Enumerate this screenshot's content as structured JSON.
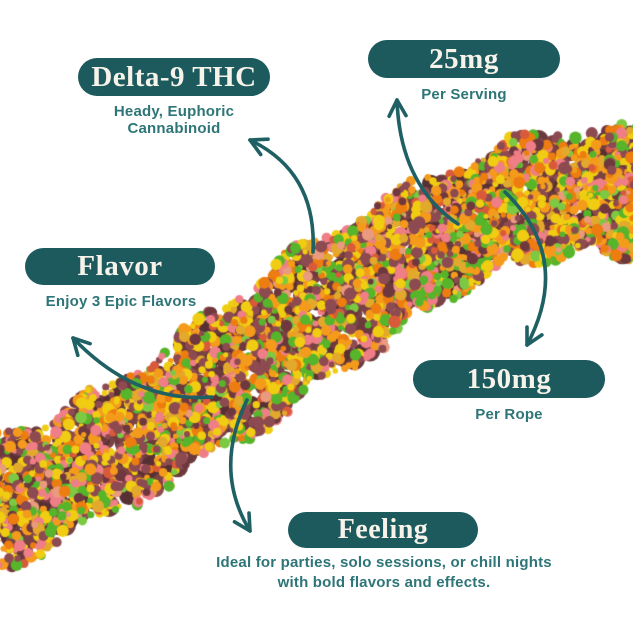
{
  "theme": {
    "background": "#ffffff",
    "pill_bg": "#1d5a5e",
    "pill_text": "#f7f3ea",
    "subtitle_color": "#2e7577",
    "arrow_color": "#1e6063"
  },
  "callouts": [
    {
      "id": "cannabinoid",
      "label": "Delta-9 THC",
      "subtitle": "Heady, Euphoric\nCannabinoid"
    },
    {
      "id": "per-serving",
      "label": "25mg",
      "subtitle": "Per Serving"
    },
    {
      "id": "flavor",
      "label": "Flavor",
      "subtitle": "Enjoy 3 Epic Flavors"
    },
    {
      "id": "per-rope",
      "label": "150mg",
      "subtitle": "Per Rope"
    },
    {
      "id": "feeling",
      "label": "Feeling",
      "subtitle": "Ideal for parties, solo sessions, or chill nights\nwith bold flavors and effects."
    }
  ],
  "rope": {
    "candy_colors": [
      {
        "hex": "#f0cd12",
        "w": 3.0
      },
      {
        "hex": "#e2a92c",
        "w": 1.2
      },
      {
        "hex": "#f59b1b",
        "w": 2.6
      },
      {
        "hex": "#ed7d10",
        "w": 1.4
      },
      {
        "hex": "#56b52a",
        "w": 2.4
      },
      {
        "hex": "#7cc944",
        "w": 0.6
      },
      {
        "hex": "#8d4a51",
        "w": 2.4
      },
      {
        "hex": "#6f383e",
        "w": 1.0
      },
      {
        "hex": "#ef7e87",
        "w": 2.0
      },
      {
        "hex": "#ea9a7e",
        "w": 0.5
      },
      {
        "hex": "#d95a3a",
        "w": 0.6
      }
    ],
    "gap_colors": [
      "#6b3a3d",
      "#7a4244",
      "#583034"
    ]
  }
}
